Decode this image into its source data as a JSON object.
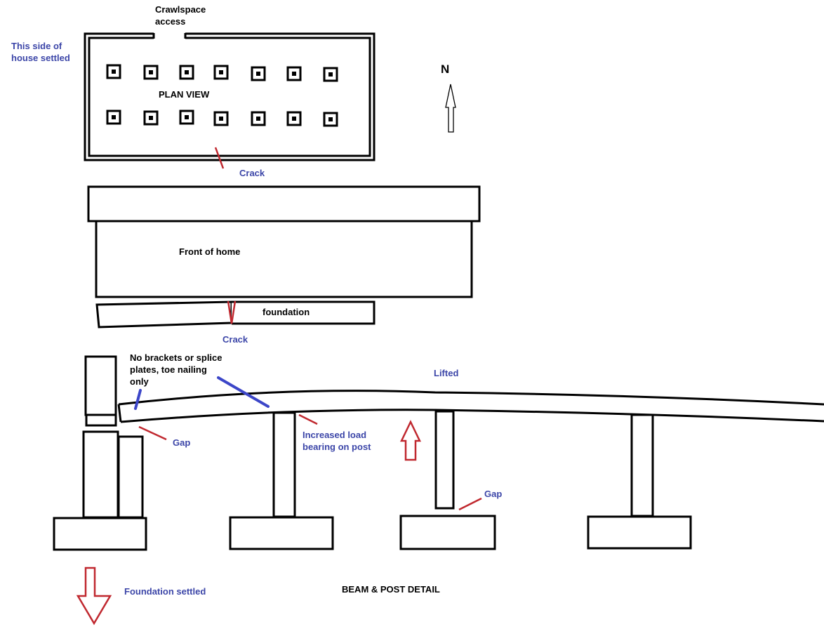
{
  "diagram": {
    "title_plan": "PLAN VIEW",
    "title_detail": "BEAM & POST DETAIL",
    "colors": {
      "line": "#000000",
      "annotation_text": "#3c46a8",
      "crack_red": "#c0282f",
      "pointer_blue": "#3c46c8"
    },
    "plan_view": {
      "crawlspace_label_line1": "Crawlspace",
      "crawlspace_label_line2": "access",
      "settled_side_line1": "This side of",
      "settled_side_line2": "house settled",
      "crack_label": "Crack",
      "pier_rows": 2,
      "piers_per_row": 7
    },
    "compass": {
      "label": "N"
    },
    "elevation": {
      "front_label": "Front of home",
      "foundation_label": "foundation",
      "crack_label": "Crack"
    },
    "beam_detail": {
      "no_brackets_line1": "No brackets or splice",
      "no_brackets_line2": "plates, toe nailing",
      "no_brackets_line3": "only",
      "gap_left_label": "Gap",
      "increased_load_line1": "Increased load",
      "increased_load_line2": "bearing on post",
      "lifted_label": "Lifted",
      "gap_right_label": "Gap",
      "foundation_settled_label": "Foundation settled"
    }
  }
}
